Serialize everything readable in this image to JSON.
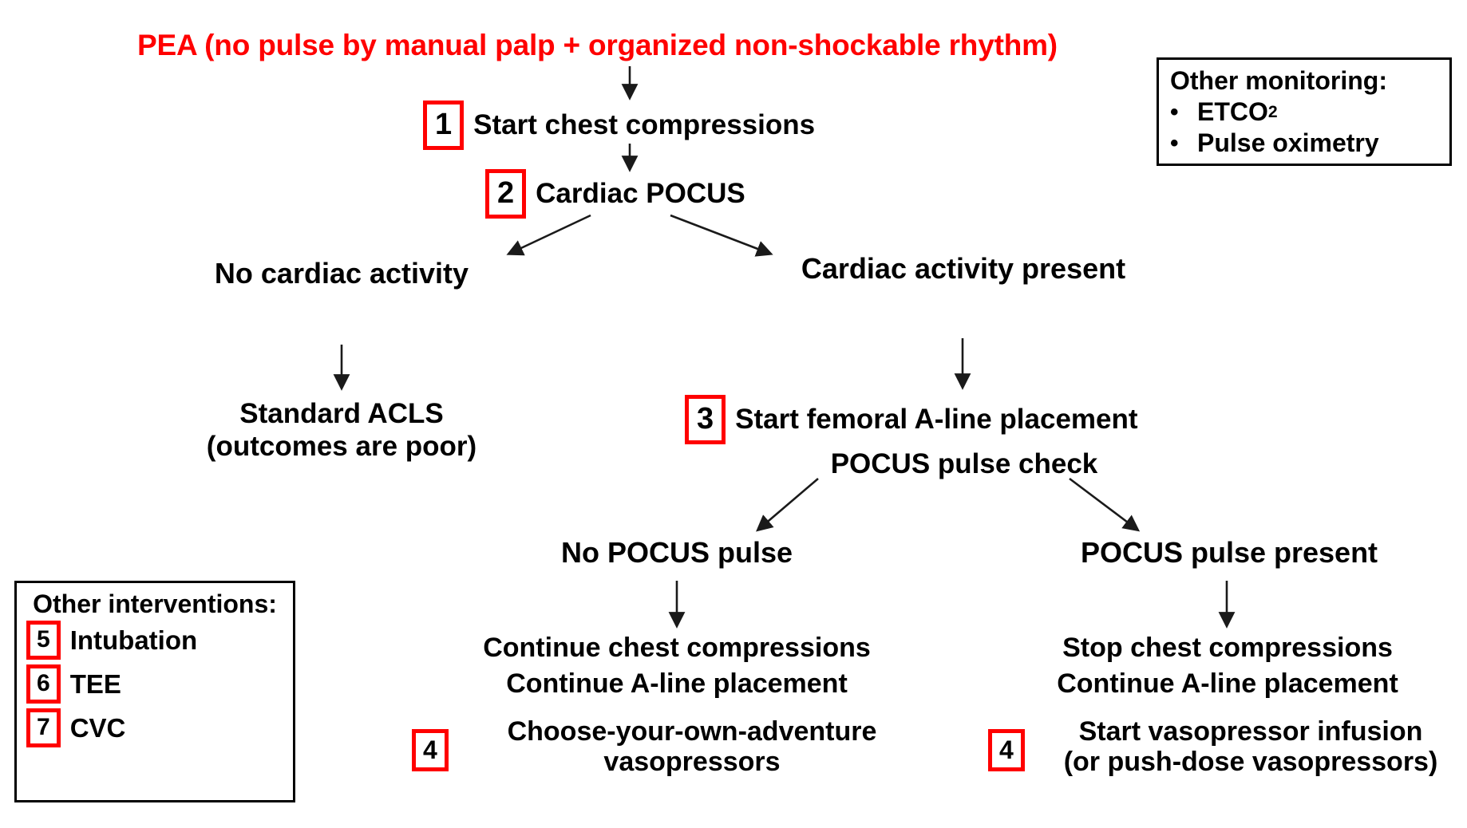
{
  "title": "PEA (no pulse by manual palp + organized non-shockable rhythm)",
  "colors": {
    "title_red": "#ff0000",
    "badge_border": "#ff0000",
    "text_black": "#000000",
    "panel_border": "#000000",
    "background": "#ffffff"
  },
  "flow": {
    "step1": {
      "badge": "1",
      "label": "Start chest compressions"
    },
    "step2": {
      "badge": "2",
      "label": "Cardiac POCUS"
    },
    "branch_left": {
      "label": "No cardiac activity"
    },
    "branch_right": {
      "label": "Cardiac activity present"
    },
    "left_outcome": {
      "line1": "Standard ACLS",
      "line2": "(outcomes are poor)"
    },
    "step3": {
      "badge": "3",
      "line1": "Start femoral A-line placement",
      "line2": "POCUS pulse check"
    },
    "pulse_branch_left": {
      "label": "No POCUS pulse"
    },
    "pulse_branch_right": {
      "label": "POCUS pulse present"
    },
    "no_pulse_actions": {
      "line1": "Continue chest compressions",
      "line2": "Continue A-line placement",
      "badge": "4",
      "line3": "Choose-your-own-adventure",
      "line4": "vasopressors"
    },
    "pulse_present_actions": {
      "line1": "Stop chest compressions",
      "line2": "Continue A-line placement",
      "badge": "4",
      "line3": "Start vasopressor infusion",
      "line4": "(or push-dose vasopressors)"
    }
  },
  "monitoring_panel": {
    "title": "Other monitoring:",
    "items": [
      {
        "bullet": "•",
        "text": "ETCO",
        "subscript": "2"
      },
      {
        "bullet": "•",
        "text": "Pulse oximetry",
        "subscript": ""
      }
    ]
  },
  "interventions_panel": {
    "title": "Other interventions:",
    "items": [
      {
        "badge": "5",
        "label": "Intubation"
      },
      {
        "badge": "6",
        "label": "TEE"
      },
      {
        "badge": "7",
        "label": "CVC"
      }
    ]
  }
}
